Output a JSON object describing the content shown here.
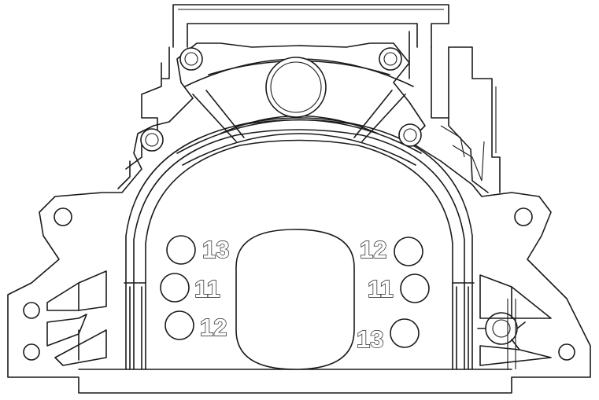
{
  "diagram": {
    "bolt_labels": {
      "left_top": "13",
      "left_mid": "11",
      "left_bottom": "12",
      "right_top": "12",
      "right_mid": "11",
      "right_bottom": "13"
    }
  }
}
